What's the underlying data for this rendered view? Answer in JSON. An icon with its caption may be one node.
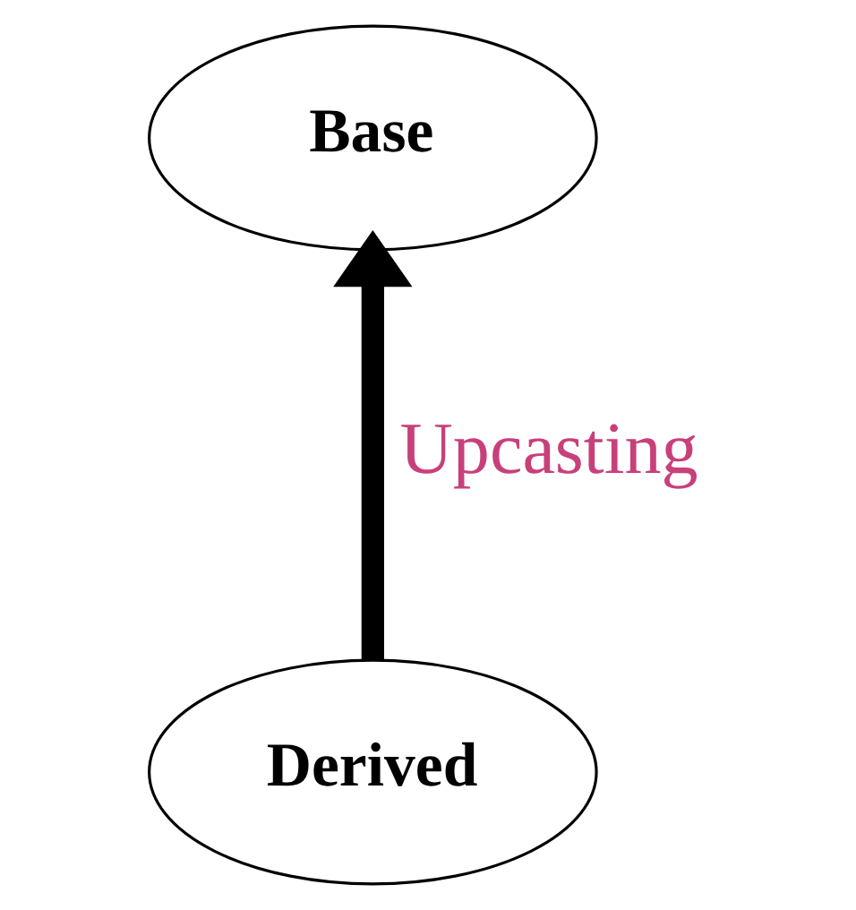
{
  "diagram": {
    "nodes": [
      {
        "text": [
          "Base"
        ]
      },
      {
        "text": [
          "Derived"
        ]
      }
    ],
    "edges": [
      {
        "from": 1,
        "to": 0,
        "arrow": "to",
        "label": "Upcasting"
      }
    ]
  }
}
